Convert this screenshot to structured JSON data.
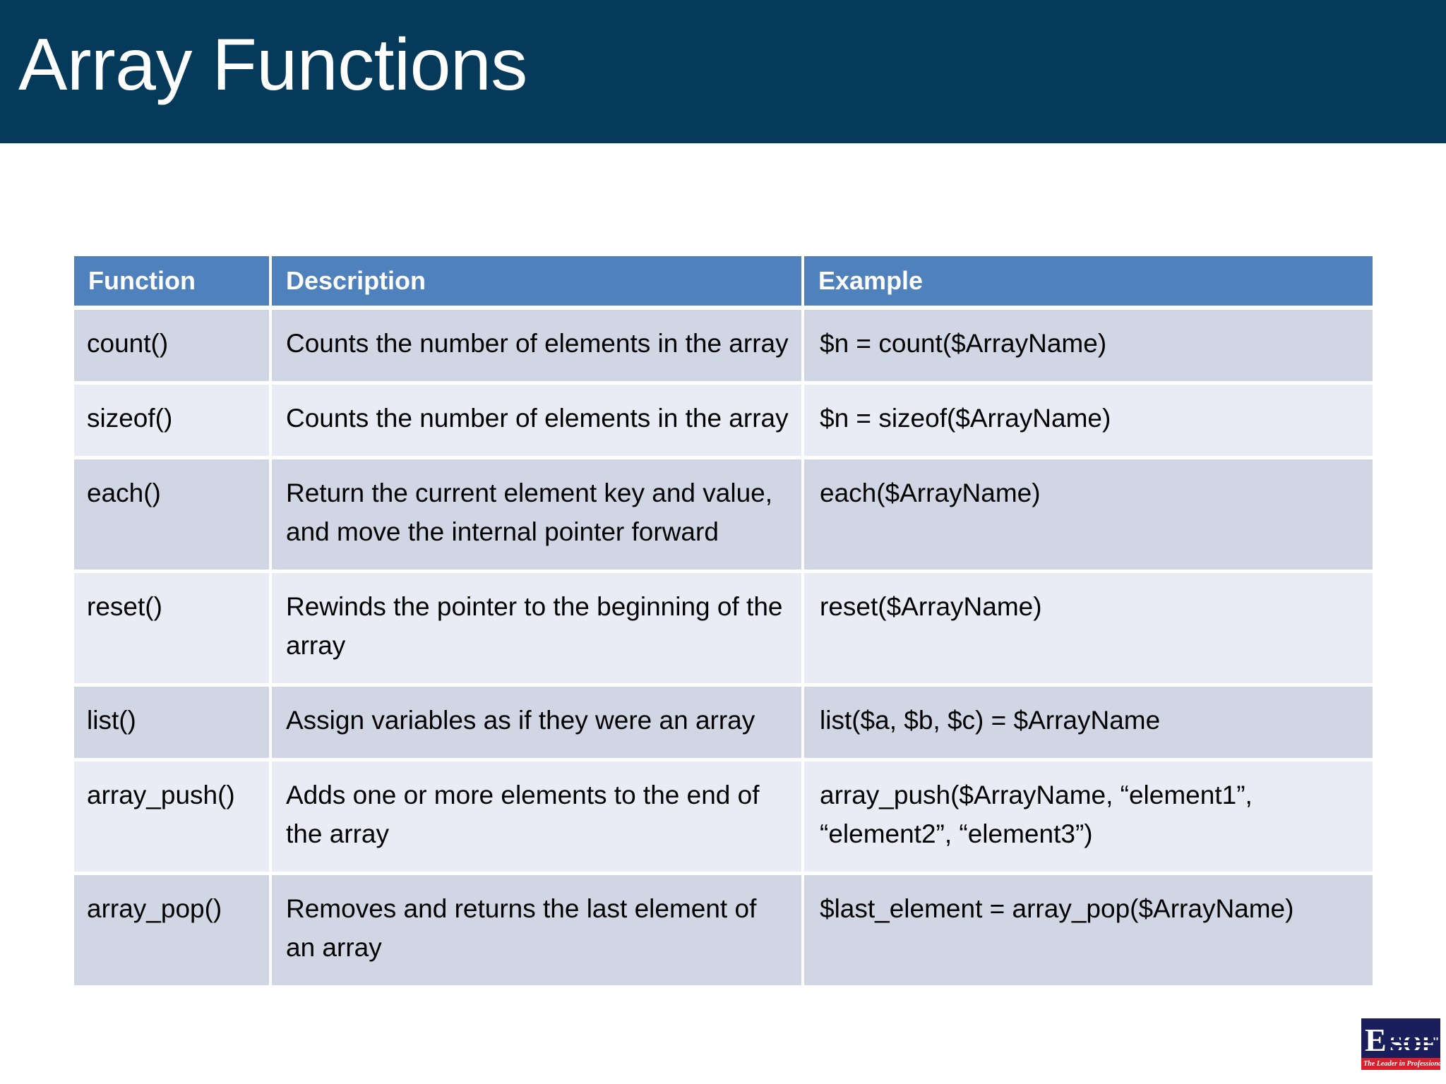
{
  "slide": {
    "title": "Array Functions"
  },
  "table": {
    "headers": [
      "Function",
      "Description",
      "Example"
    ],
    "rows": [
      {
        "function": "count()",
        "description": "Counts the number of elements in the array",
        "example": "$n = count($ArrayName)"
      },
      {
        "function": "sizeof()",
        "description": "Counts the number of elements in the array",
        "example": "$n = sizeof($ArrayName)"
      },
      {
        "function": "each()",
        "description": "Return the current element key and value, and move the internal pointer forward",
        "example": "each($ArrayName)"
      },
      {
        "function": "reset()",
        "description": "Rewinds the pointer to the beginning of the array",
        "example": "reset($ArrayName)"
      },
      {
        "function": "list()",
        "description": "Assign variables as if they were an array",
        "example": "list($a, $b, $c) = $ArrayName"
      },
      {
        "function": "array_push()",
        "description": "Adds one or more elements to the end of the array",
        "example": "array_push($ArrayName, “element1”, “element2”, “element3”)"
      },
      {
        "function": "array_pop()",
        "description": "Removes and returns the last element of an array",
        "example": "$last_element = array_pop($ArrayName)"
      }
    ]
  },
  "logo": {
    "letter": "E",
    "word": "SOFT",
    "tagline": "The Leader in Professional IT Education"
  },
  "colors": {
    "banner": "#053A5A",
    "header_row": "#4F81BD",
    "band_a": "#D1D6E5",
    "band_b": "#E9ECF5",
    "logo_navy": "#1A1F5C",
    "logo_red": "#D8202C"
  }
}
